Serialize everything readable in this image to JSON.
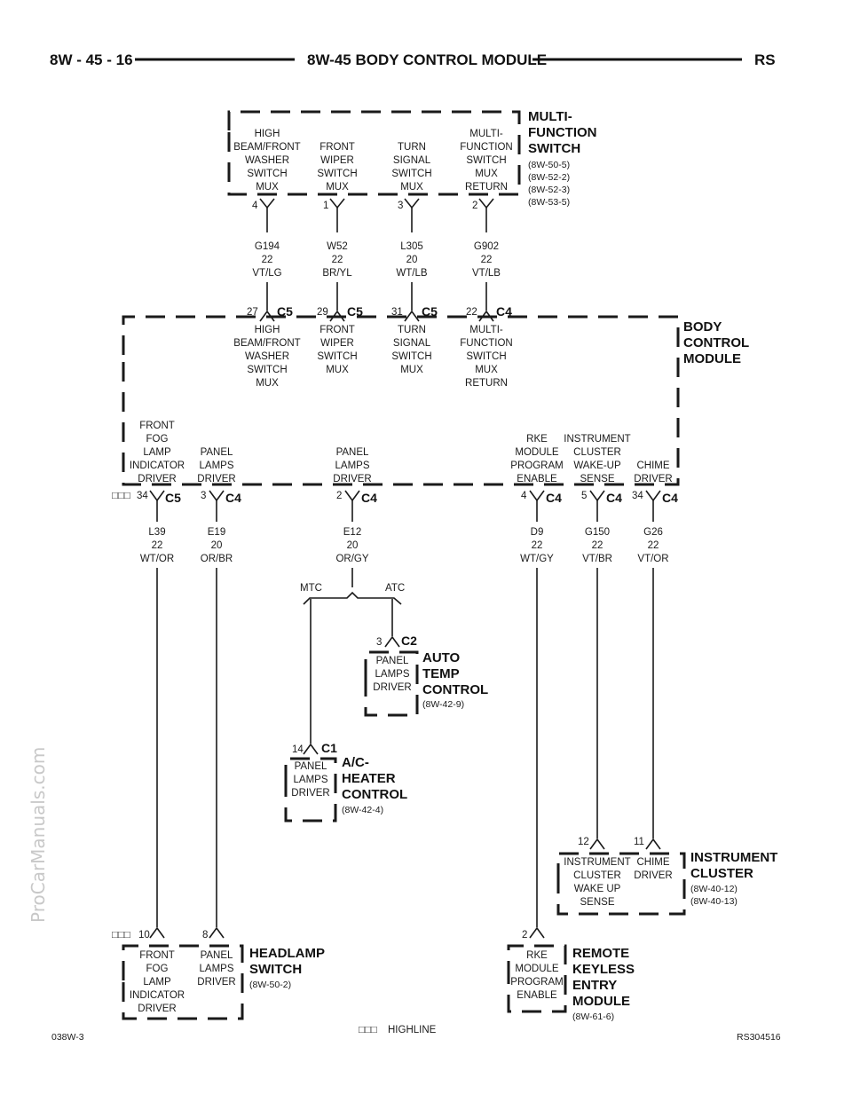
{
  "header": {
    "page_ref": "8W - 45 - 16",
    "title": "8W-45 BODY CONTROL MODULE",
    "code": "RS"
  },
  "watermark": "ProCarManuals.com",
  "footer": {
    "figure_id": "038W-3",
    "legend_symbol": "□□□",
    "legend_text": "HIGHLINE",
    "ref_code": "RS304516"
  },
  "components": {
    "mfs": {
      "name": [
        "MULTI-",
        "FUNCTION",
        "SWITCH"
      ],
      "refs": [
        "(8W-50-5)",
        "(8W-52-2)",
        "(8W-52-3)",
        "(8W-53-5)"
      ]
    },
    "bcm": {
      "name": [
        "BODY",
        "CONTROL",
        "MODULE"
      ]
    },
    "atc": {
      "name": [
        "AUTO",
        "TEMP",
        "CONTROL"
      ],
      "refs": [
        "(8W-42-9)"
      ]
    },
    "ach": {
      "name": [
        "A/C-",
        "HEATER",
        "CONTROL"
      ],
      "refs": [
        "(8W-42-4)"
      ]
    },
    "ic": {
      "name": [
        "INSTRUMENT",
        "CLUSTER"
      ],
      "refs": [
        "(8W-40-12)",
        "(8W-40-13)"
      ]
    },
    "hs": {
      "name": [
        "HEADLAMP",
        "SWITCH"
      ],
      "refs": [
        "(8W-50-2)"
      ]
    },
    "rke": {
      "name": [
        "REMOTE",
        "KEYLESS",
        "ENTRY",
        "MODULE"
      ],
      "refs": [
        "(8W-61-6)"
      ]
    }
  },
  "mfs_pins": [
    {
      "label": [
        "HIGH",
        "BEAM/FRONT",
        "WASHER",
        "SWITCH",
        "MUX"
      ],
      "pin": "4"
    },
    {
      "label": [
        "FRONT",
        "WIPER",
        "SWITCH",
        "MUX"
      ],
      "pin": "1"
    },
    {
      "label": [
        "TURN",
        "SIGNAL",
        "SWITCH",
        "MUX"
      ],
      "pin": "3"
    },
    {
      "label": [
        "MULTI-",
        "FUNCTION",
        "SWITCH",
        "MUX",
        "RETURN"
      ],
      "pin": "2"
    }
  ],
  "upper_wires": [
    {
      "circuit": "G194",
      "gauge": "22",
      "color": "VT/LG"
    },
    {
      "circuit": "W52",
      "gauge": "22",
      "color": "BR/YL"
    },
    {
      "circuit": "L305",
      "gauge": "20",
      "color": "WT/LB"
    },
    {
      "circuit": "G902",
      "gauge": "22",
      "color": "VT/LB"
    }
  ],
  "bcm_top_pins": [
    {
      "pin": "27",
      "connector": "C5",
      "label": [
        "HIGH",
        "BEAM/FRONT",
        "WASHER",
        "SWITCH",
        "MUX"
      ]
    },
    {
      "pin": "29",
      "connector": "C5",
      "label": [
        "FRONT",
        "WIPER",
        "SWITCH",
        "MUX"
      ]
    },
    {
      "pin": "31",
      "connector": "C5",
      "label": [
        "TURN",
        "SIGNAL",
        "SWITCH",
        "MUX"
      ]
    },
    {
      "pin": "22",
      "connector": "C4",
      "label": [
        "MULTI-",
        "FUNCTION",
        "SWITCH",
        "MUX",
        "RETURN"
      ]
    }
  ],
  "bcm_bottom_pins": [
    {
      "label": [
        "FRONT",
        "FOG",
        "LAMP",
        "INDICATOR",
        "DRIVER"
      ],
      "pin": "34",
      "connector": "C5",
      "prefix": "□□□"
    },
    {
      "label": [
        "PANEL",
        "LAMPS",
        "DRIVER"
      ],
      "pin": "3",
      "connector": "C4"
    },
    {
      "label": [
        "PANEL",
        "LAMPS",
        "DRIVER"
      ],
      "pin": "2",
      "connector": "C4"
    },
    {
      "label": [
        "RKE",
        "MODULE",
        "PROGRAM",
        "ENABLE"
      ],
      "pin": "4",
      "connector": "C4"
    },
    {
      "label": [
        "INSTRUMENT",
        "CLUSTER",
        "WAKE-UP",
        "SENSE"
      ],
      "pin": "5",
      "connector": "C4"
    },
    {
      "label": [
        "CHIME",
        "DRIVER"
      ],
      "pin": "34",
      "connector": "C4"
    }
  ],
  "lower_wires": [
    {
      "circuit": "L39",
      "gauge": "22",
      "color": "WT/OR"
    },
    {
      "circuit": "E19",
      "gauge": "20",
      "color": "OR/BR"
    },
    {
      "circuit": "E12",
      "gauge": "20",
      "color": "OR/GY"
    },
    {
      "circuit": "D9",
      "gauge": "22",
      "color": "WT/GY"
    },
    {
      "circuit": "G150",
      "gauge": "22",
      "color": "VT/BR"
    },
    {
      "circuit": "G26",
      "gauge": "22",
      "color": "VT/OR"
    }
  ],
  "splice": {
    "left": "MTC",
    "right": "ATC"
  },
  "atc_pin": {
    "pin": "3",
    "connector": "C2",
    "label": [
      "PANEL",
      "LAMPS",
      "DRIVER"
    ]
  },
  "ach_pin": {
    "pin": "14",
    "connector": "C1",
    "label": [
      "PANEL",
      "LAMPS",
      "DRIVER"
    ]
  },
  "ic_pins": [
    {
      "pin": "12",
      "label": [
        "INSTRUMENT",
        "CLUSTER",
        "WAKE UP",
        "SENSE"
      ]
    },
    {
      "pin": "11",
      "label": [
        "CHIME",
        "DRIVER"
      ]
    }
  ],
  "hs_pins": [
    {
      "pin": "10",
      "prefix": "□□□",
      "label": [
        "FRONT",
        "FOG",
        "LAMP",
        "INDICATOR",
        "DRIVER"
      ]
    },
    {
      "pin": "8",
      "label": [
        "PANEL",
        "LAMPS",
        "DRIVER"
      ]
    }
  ],
  "rke_pin": {
    "pin": "2",
    "label": [
      "RKE",
      "MODULE",
      "PROGRAM",
      "ENABLE"
    ]
  }
}
